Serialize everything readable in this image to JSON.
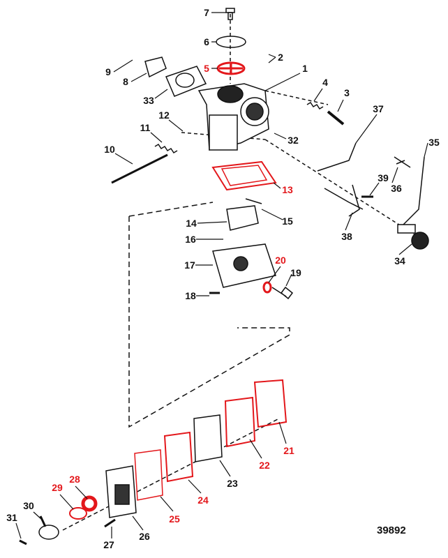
{
  "figure_number": "39892",
  "colors": {
    "highlight": "#e3171b",
    "line": "#111111"
  },
  "callouts": [
    {
      "label": "7",
      "highlighted": false
    },
    {
      "label": "6",
      "highlighted": false
    },
    {
      "label": "2",
      "highlighted": false
    },
    {
      "label": "9",
      "highlighted": false
    },
    {
      "label": "8",
      "highlighted": false
    },
    {
      "label": "5",
      "highlighted": true
    },
    {
      "label": "1",
      "highlighted": false
    },
    {
      "label": "4",
      "highlighted": false
    },
    {
      "label": "3",
      "highlighted": false
    },
    {
      "label": "33",
      "highlighted": false
    },
    {
      "label": "12",
      "highlighted": false
    },
    {
      "label": "37",
      "highlighted": false
    },
    {
      "label": "11",
      "highlighted": false
    },
    {
      "label": "32",
      "highlighted": false
    },
    {
      "label": "35",
      "highlighted": false
    },
    {
      "label": "10",
      "highlighted": false
    },
    {
      "label": "39",
      "highlighted": false
    },
    {
      "label": "36",
      "highlighted": false
    },
    {
      "label": "13",
      "highlighted": true
    },
    {
      "label": "15",
      "highlighted": false
    },
    {
      "label": "14",
      "highlighted": false
    },
    {
      "label": "16",
      "highlighted": false
    },
    {
      "label": "38",
      "highlighted": false
    },
    {
      "label": "17",
      "highlighted": false
    },
    {
      "label": "20",
      "highlighted": true
    },
    {
      "label": "34",
      "highlighted": false
    },
    {
      "label": "19",
      "highlighted": false
    },
    {
      "label": "18",
      "highlighted": false
    },
    {
      "label": "21",
      "highlighted": true
    },
    {
      "label": "22",
      "highlighted": true
    },
    {
      "label": "23",
      "highlighted": false
    },
    {
      "label": "24",
      "highlighted": true
    },
    {
      "label": "25",
      "highlighted": true
    },
    {
      "label": "28",
      "highlighted": true
    },
    {
      "label": "29",
      "highlighted": true
    },
    {
      "label": "30",
      "highlighted": false
    },
    {
      "label": "26",
      "highlighted": false
    },
    {
      "label": "31",
      "highlighted": false
    },
    {
      "label": "27",
      "highlighted": false
    }
  ]
}
